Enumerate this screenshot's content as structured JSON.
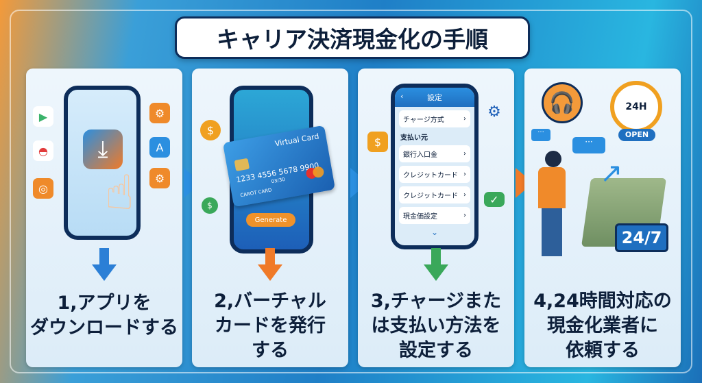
{
  "title": "キャリア決済現金化の手順",
  "steps": [
    {
      "caption_lines": [
        "1,アプリを",
        "ダウンロードする"
      ],
      "arrow_color": "#2b7fd6"
    },
    {
      "caption_lines": [
        "2,バーチャル",
        "カードを発行",
        "する"
      ],
      "arrow_color": "#f07a28",
      "card": {
        "label": "Virtual Card",
        "number": "1233 4556 5678 9900",
        "expiry": "03/30",
        "holder": "CAROT CARD"
      },
      "button": "Generate"
    },
    {
      "caption_lines": [
        "3,チャージまた",
        "は支払い方法を",
        "設定する"
      ],
      "arrow_color": "#3aa85a",
      "screen": {
        "header": "設定",
        "charge": "チャージ方式",
        "section": "支払い元",
        "items": [
          "銀行入口金",
          "クレジットカード",
          "クレジットカード",
          "現金価設定"
        ]
      }
    },
    {
      "caption_lines": [
        "4,24時間対応の",
        "現金化業者に",
        "依頼する"
      ],
      "clock_label": "24H",
      "open_badge": "OPEN",
      "badge": "24/7"
    }
  ],
  "colors": {
    "accent_blue": "#1f7fc7",
    "orange": "#f07a28",
    "navy": "#0d2d5a"
  }
}
